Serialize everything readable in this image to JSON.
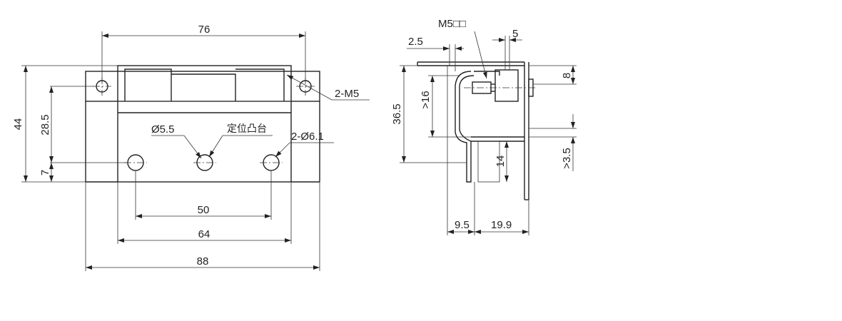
{
  "front_view": {
    "dim_hole_spacing_top": "76",
    "dim_height_total": "44",
    "dim_height_upper": "28.5",
    "dim_height_lower": "7",
    "dim_hole_spacing_bottom": "50",
    "dim_plate_width": "64",
    "dim_total_width": "88",
    "label_mount_thread": "2-M5",
    "label_pin_diameter": "Ø5.5",
    "label_locating_boss": "定位凸台",
    "label_holes": "2-Ø6.1"
  },
  "side_view": {
    "label_thread": "M5□□",
    "dim_offset_top": "2.5",
    "dim_boss_width": "5",
    "dim_height_total": "36.5",
    "dim_height_min": ">16",
    "dim_right_top": "8",
    "dim_right_bottom": ">3.5",
    "dim_lower_height": "14",
    "dim_bottom_left": "9.5",
    "dim_bottom_right": "19.9"
  }
}
